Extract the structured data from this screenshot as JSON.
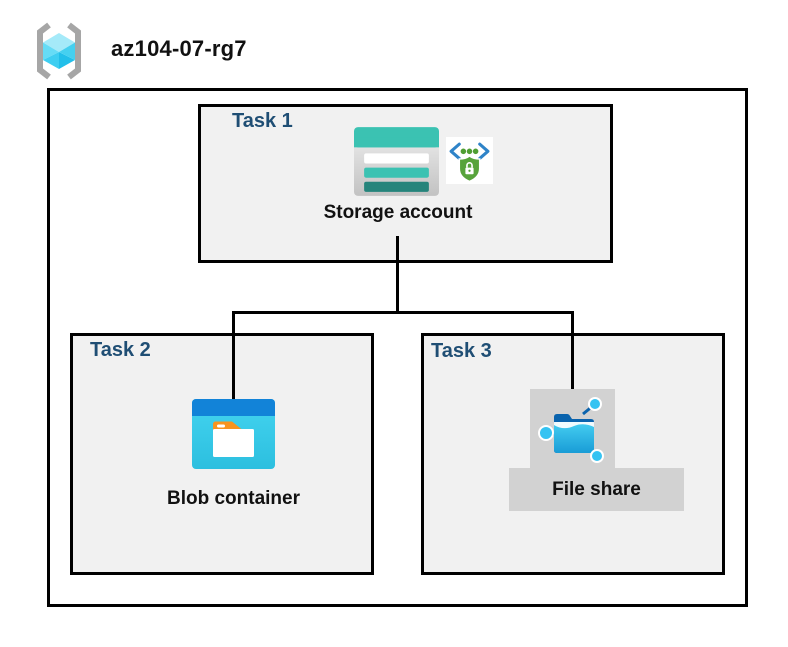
{
  "resource_group": {
    "name": "az104-07-rg7"
  },
  "tasks": [
    {
      "label": "Task 1",
      "item": "Storage account"
    },
    {
      "label": "Task 2",
      "item": "Blob container"
    },
    {
      "label": "Task 3",
      "item": "File share"
    }
  ],
  "connections": [
    {
      "from": "Storage account",
      "to": "Blob container"
    },
    {
      "from": "Storage account",
      "to": "File share"
    }
  ],
  "icons": {
    "header": "resource-group-icon",
    "task1": [
      "storage-account-icon",
      "secure-endpoint-icon"
    ],
    "task2": [
      "blob-container-icon"
    ],
    "task3": [
      "file-share-icon"
    ]
  },
  "colors": {
    "task_label_navy": "#1F4E74",
    "box_fill": "#F1F1F1",
    "border_black": "#000000",
    "storage_teal": "#3BC2B2",
    "storage_teal_dark": "#25847B",
    "blob_blue": "#1283D8",
    "blob_cyan": "#3FD3EF",
    "folder_tab_orange": "#F7941E",
    "fileshare_navy": "#0A63AD",
    "fileshare_node_blue": "#35C3F2",
    "security_green": "#4F9E33",
    "security_chevron_blue": "#2E83C8",
    "selection_gray": "#D2D2D2",
    "bracket_gray": "#A6A6A6"
  }
}
